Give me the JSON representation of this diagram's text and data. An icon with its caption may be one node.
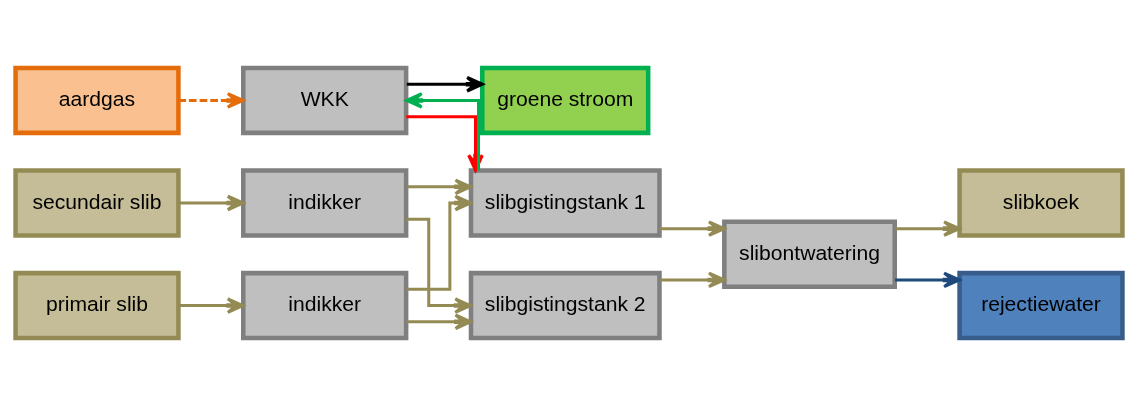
{
  "diagram": {
    "nodes": [
      {
        "text": [
          "aardgas"
        ]
      },
      {
        "text": [
          "WKK"
        ]
      },
      {
        "text": [
          "groene stroom"
        ]
      },
      {
        "text": [
          "primair slib"
        ]
      },
      {
        "text": [
          "indikker"
        ]
      },
      {
        "text": [
          "slibgistingstank 1"
        ]
      },
      {
        "text": [
          "secundair slib"
        ]
      },
      {
        "text": [
          "indikker"
        ]
      },
      {
        "text": [
          "slibgistingstank 2"
        ]
      },
      {
        "text": [
          "slibontwatering"
        ]
      },
      {
        "text": [
          "slibkoek"
        ]
      },
      {
        "text": [
          "rejectiewater"
        ]
      }
    ],
    "edges": [
      {
        "from": 0,
        "to": 1,
        "arrow": "to",
        "style": "dashed",
        "color": "#e46c0a"
      },
      {
        "from": 1,
        "to": 2,
        "arrow": "to",
        "color": "#000000"
      },
      {
        "from": 1,
        "to": 5,
        "arrow": "to",
        "color": "#ff0000"
      },
      {
        "from": 5,
        "to": 1,
        "arrow": "to",
        "color": "#00b050"
      },
      {
        "from": 3,
        "to": 4,
        "arrow": "to"
      },
      {
        "from": 6,
        "to": 7,
        "arrow": "to"
      },
      {
        "from": 4,
        "to": 5,
        "arrow": "to"
      },
      {
        "from": 4,
        "to": 8,
        "arrow": "to"
      },
      {
        "from": 7,
        "to": 5,
        "arrow": "to"
      },
      {
        "from": 7,
        "to": 8,
        "arrow": "to"
      },
      {
        "from": 5,
        "to": 9,
        "arrow": "to"
      },
      {
        "from": 8,
        "to": 9,
        "arrow": "to"
      },
      {
        "from": 9,
        "to": 10,
        "arrow": "to"
      },
      {
        "from": 9,
        "to": 11,
        "arrow": "to",
        "color": "#1f497d"
      }
    ]
  }
}
